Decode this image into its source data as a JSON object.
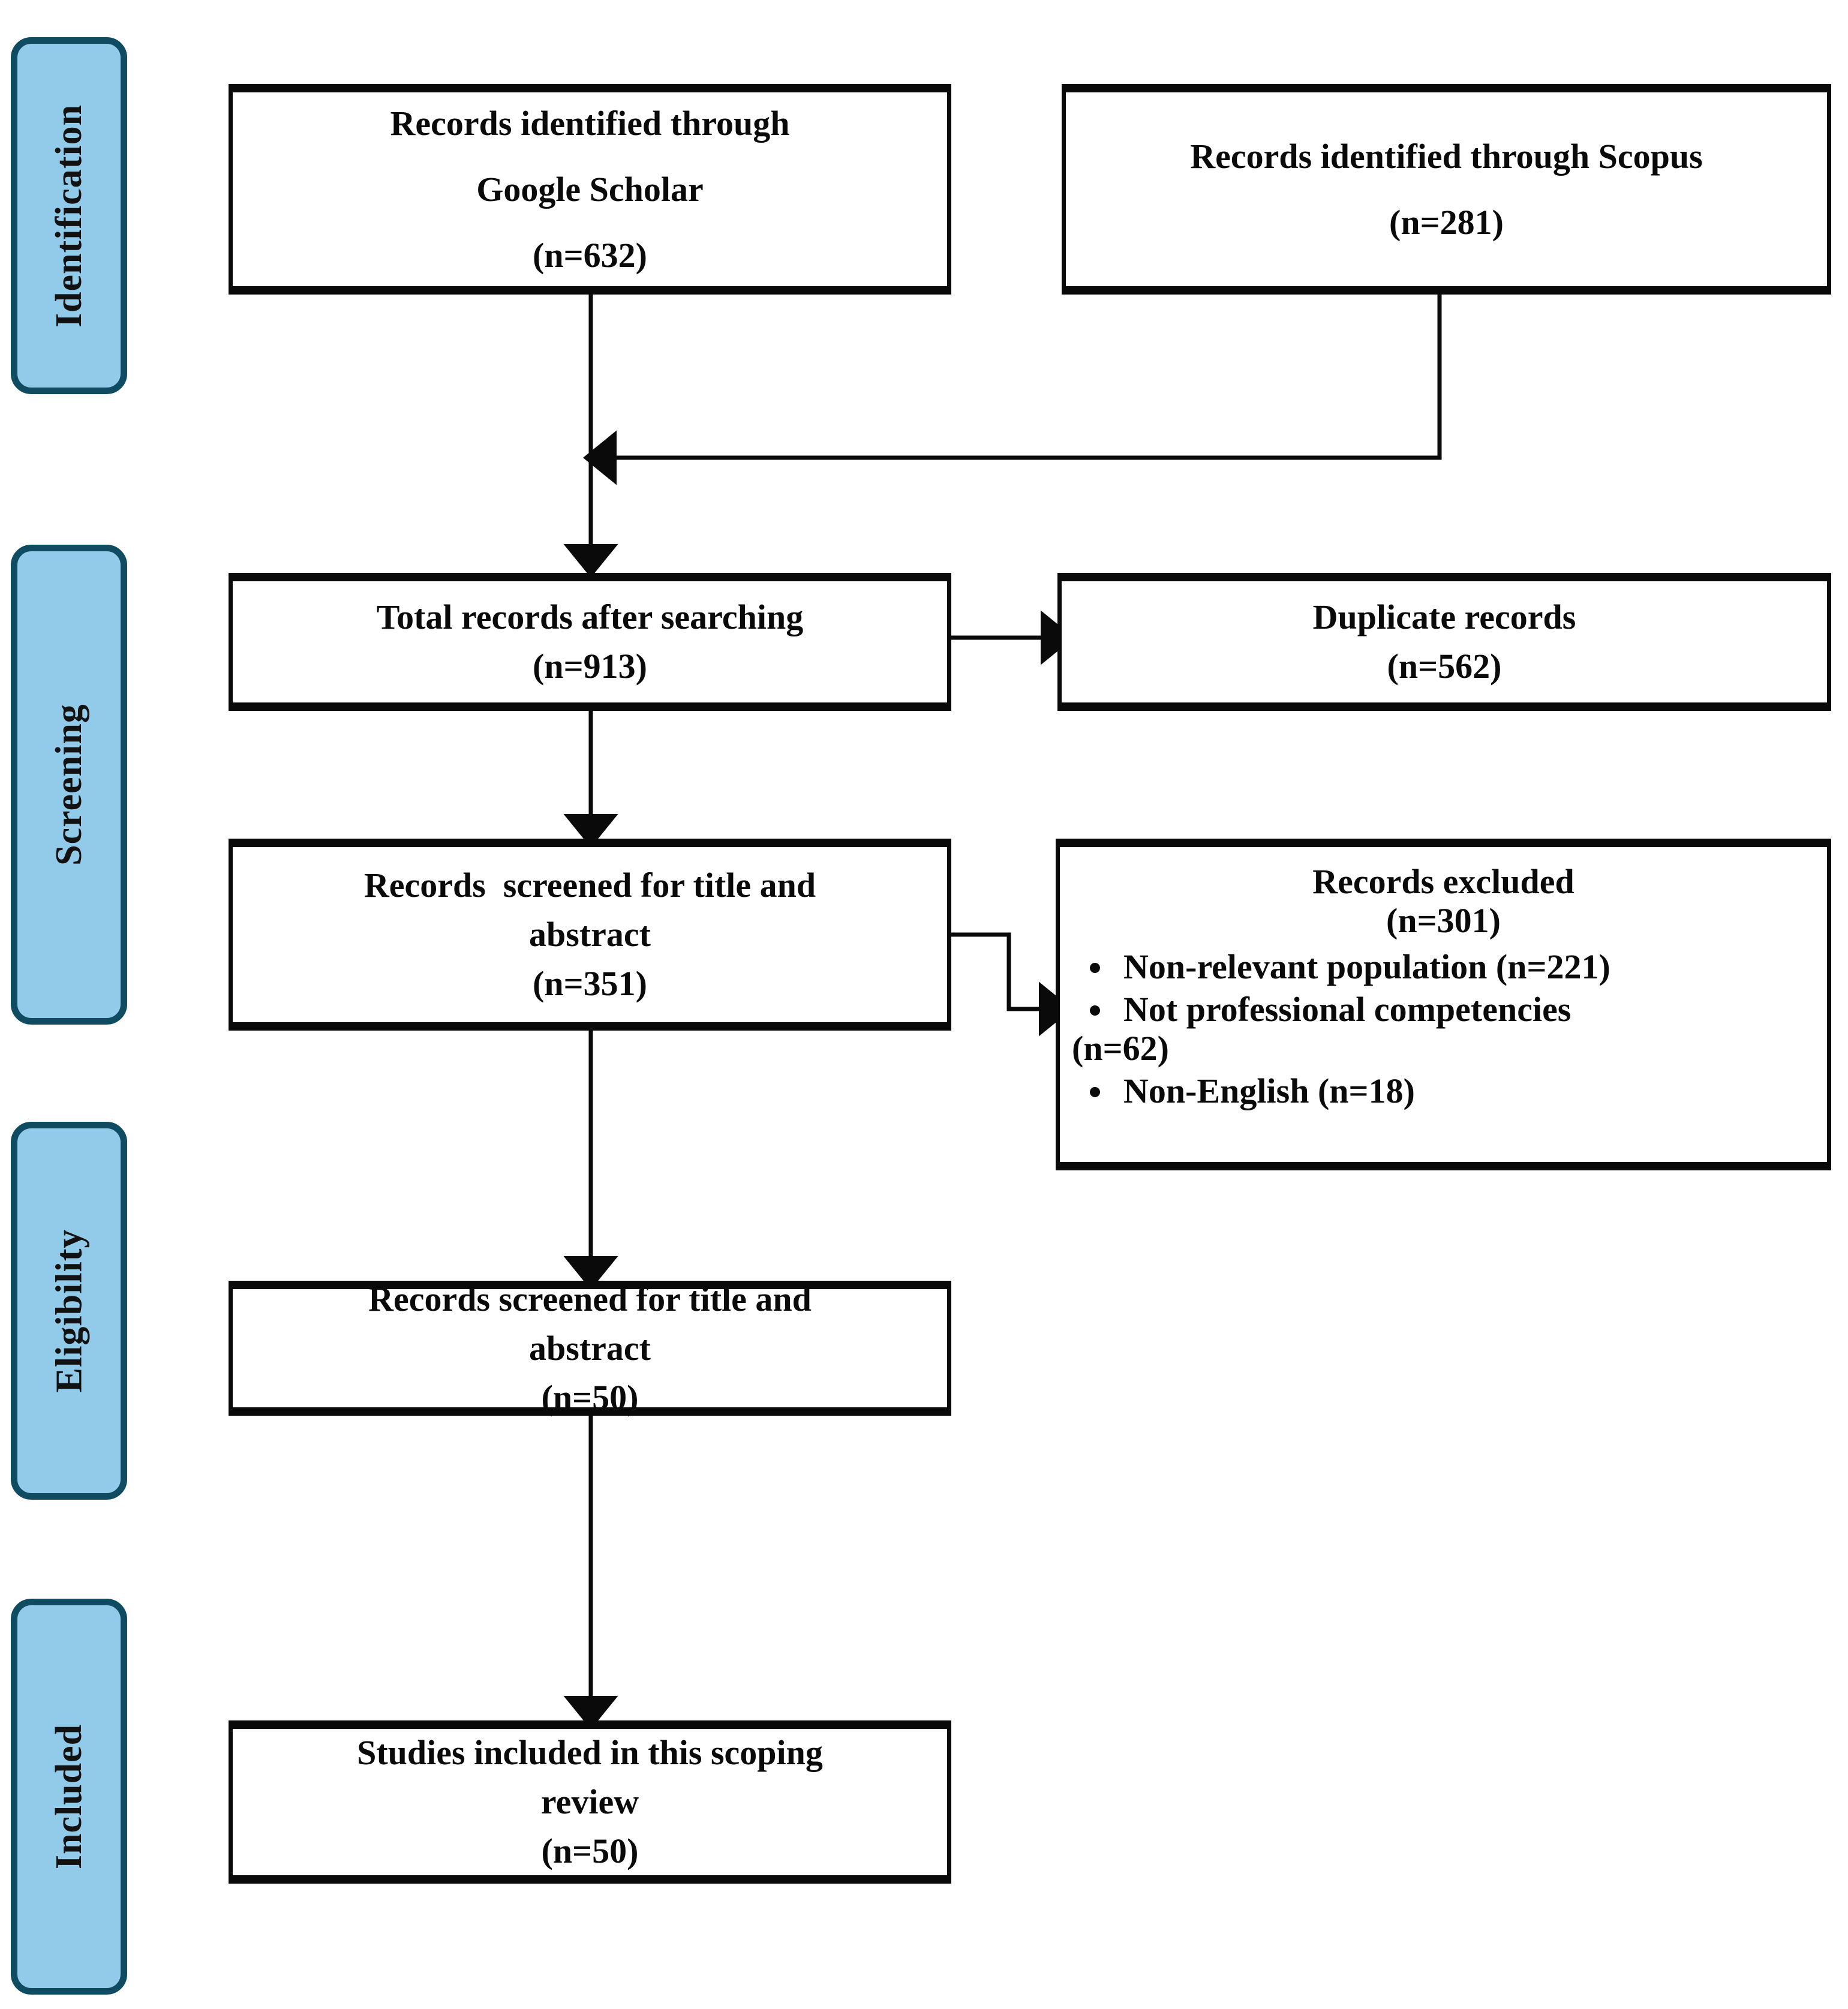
{
  "diagram": {
    "type": "prisma-flow-diagram",
    "title": "PRISMA scoping review flow diagram",
    "colors": {
      "stage_fill": "#92cbea",
      "stage_border": "#0f4c61",
      "box_border": "#0a0a0a",
      "box_fill": "#ffffff",
      "text": "#0a0a0a",
      "connector": "#0a0a0a"
    }
  },
  "stages": [
    {
      "id": "identification",
      "label": "Identification"
    },
    {
      "id": "screening",
      "label": "Screening"
    },
    {
      "id": "eligibility",
      "label": "Eligibility"
    },
    {
      "id": "included",
      "label": "Included"
    }
  ],
  "boxes": {
    "google_scholar": {
      "id": "records-identified-google-scholar",
      "lines": [
        "Records identified through",
        "Google Scholar",
        "(n=632)"
      ],
      "count": 632,
      "source": "Google Scholar"
    },
    "scopus": {
      "id": "records-identified-scopus",
      "lines": [
        "Records identified through Scopus",
        "(n=281)"
      ],
      "count": 281,
      "source": "Scopus"
    },
    "total_records": {
      "id": "total-records-after-searching",
      "lines": [
        "Total records after searching",
        "(n=913)"
      ],
      "count": 913
    },
    "duplicates": {
      "id": "duplicate-records",
      "lines": [
        "Duplicate records",
        "(n=562)"
      ],
      "count": 562
    },
    "screened": {
      "id": "records-screened-title-abstract",
      "lines": [
        "Records  screened for title and",
        "abstract",
        "(n=351)"
      ],
      "count": 351
    },
    "excluded": {
      "id": "records-excluded",
      "header_lines": [
        "Records excluded",
        "(n=301)"
      ],
      "count": 301,
      "reasons": [
        {
          "label": "Non-relevant population (n=221)",
          "count": 221
        },
        {
          "label": "Not professional  competencies",
          "continuation": "(n=62)",
          "count": 62
        },
        {
          "label": "Non-English (n=18)",
          "count": 18
        }
      ]
    },
    "eligibility_screened": {
      "id": "records-screened-eligibility",
      "lines": [
        "Records screened for title and",
        "abstract",
        "(n=50)"
      ],
      "count": 50
    },
    "included_studies": {
      "id": "studies-included-scoping-review",
      "lines": [
        "Studies included in this scoping",
        "review",
        "(n=50)"
      ],
      "count": 50
    }
  },
  "flows": [
    {
      "from": "google_scholar",
      "to": "total_records",
      "kind": "vertical-arrow"
    },
    {
      "from": "scopus",
      "to": "merge-junction",
      "kind": "elbow-left-arrow"
    },
    {
      "from": "total_records",
      "to": "duplicates",
      "kind": "horizontal-arrow"
    },
    {
      "from": "total_records",
      "to": "screened",
      "kind": "vertical-arrow"
    },
    {
      "from": "screened",
      "to": "excluded",
      "kind": "step-right-arrow"
    },
    {
      "from": "screened",
      "to": "eligibility_screened",
      "kind": "vertical-arrow"
    },
    {
      "from": "eligibility_screened",
      "to": "included_studies",
      "kind": "vertical-arrow"
    }
  ]
}
